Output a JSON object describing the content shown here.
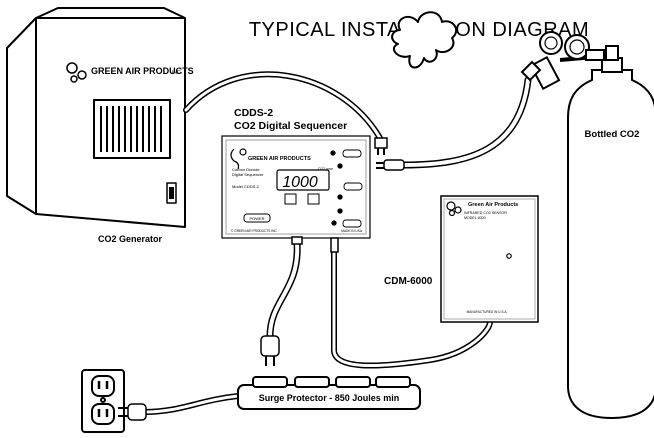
{
  "title": "TYPICAL INSTALLATION DIAGRAM",
  "generator": {
    "label": "CO2 Generator",
    "brand": "GREEN AIR PRODUCTS",
    "brand_suffix": "INC."
  },
  "sequencer": {
    "label_line1": "CDDS-2",
    "label_line2": "CO2 Digital Sequencer",
    "brand": "GREEN AIR PRODUCTS",
    "desc_line1": "Carbon Dioxide",
    "desc_line2": "Digital Sequencer",
    "model": "Model CDDS-2",
    "display_value": "1000",
    "display_unit": "CO2 ppm",
    "power_button": "POWER",
    "footer_left": "© GREEN AIR PRODUCTS INC.",
    "footer_right": "MADE IN USA"
  },
  "monitor": {
    "label": "CDM-6000",
    "brand": "Green Air Products",
    "desc_line1": "INFRARED CO2 SENSOR",
    "desc_line2": "MODEL 6000",
    "footer": "MANUFACTURED IN U.S.A."
  },
  "cylinder": {
    "label": "Bottled CO2"
  },
  "surge": {
    "label": "Surge Protector - 850 Joules min"
  }
}
